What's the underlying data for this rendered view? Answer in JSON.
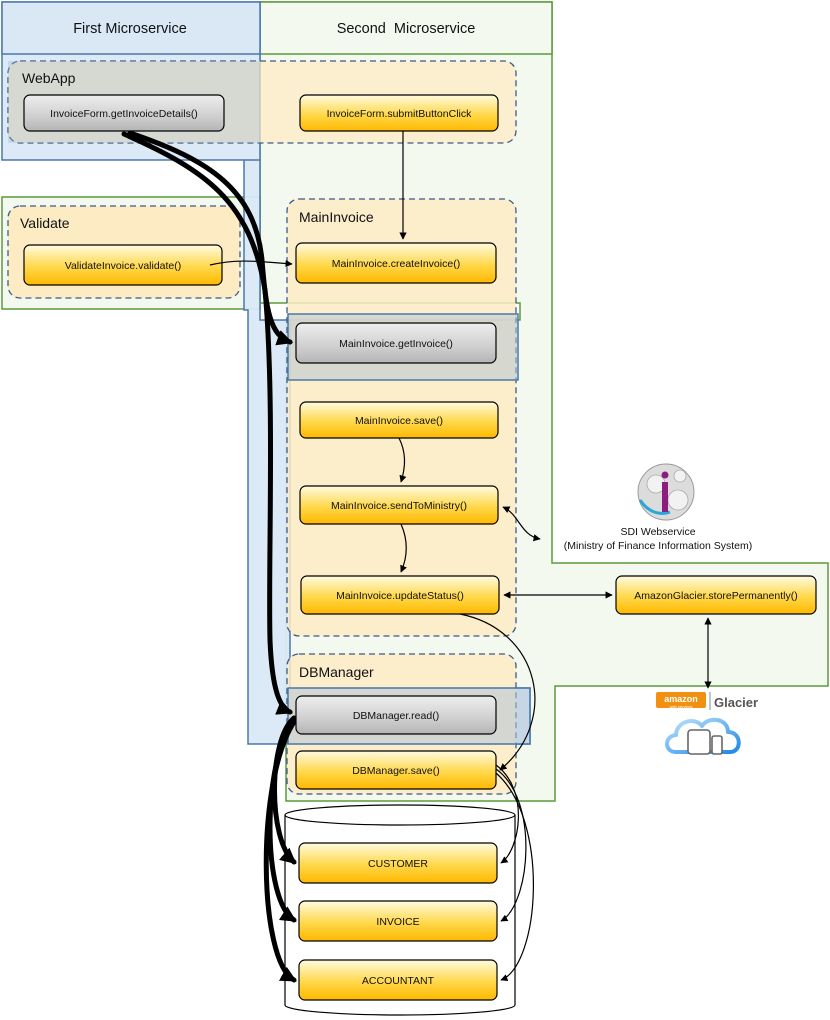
{
  "headers": {
    "first": "First Microservice",
    "second": "Second  Microservice"
  },
  "groups": {
    "webapp": "WebApp",
    "validate": "Validate",
    "main_invoice": "MainInvoice",
    "db_manager": "DBManager"
  },
  "functions": {
    "get_invoice_details": "InvoiceForm.getInvoiceDetails()",
    "submit_button_click": "InvoiceForm.submitButtonClick",
    "validate": "ValidateInvoice.validate()",
    "create_invoice": "MainInvoice.createInvoice()",
    "get_invoice": "MainInvoice.getInvoice()",
    "save": "MainInvoice.save()",
    "send_to_ministry": "MainInvoice.sendToMinistry()",
    "update_status": "MainInvoice.updateStatus()",
    "store_permanently": "AmazonGlacier.storePermanently()",
    "db_read": "DBManager.read()",
    "db_save": "DBManager.save()"
  },
  "tables": {
    "customer": "CUSTOMER",
    "invoice": "INVOICE",
    "accountant": "ACCOUNTANT"
  },
  "external": {
    "sdi_title": "SDI Webservice",
    "sdi_subtitle": "(Ministry of Finance Information System)",
    "glacier_logo_text": "amazon",
    "glacier_logo_sub": "web services",
    "glacier_label": "Glacier"
  },
  "colors": {
    "first_microservice": "#dae8f6",
    "first_border": "#4a78ab",
    "second_microservice": "#f3f9ef",
    "second_border": "#5b9a3c",
    "group_fill": "#fdebc4",
    "group_border": "#3d5a8a",
    "node_gold": "#ffc000",
    "node_gray": "#bfbfbf"
  }
}
